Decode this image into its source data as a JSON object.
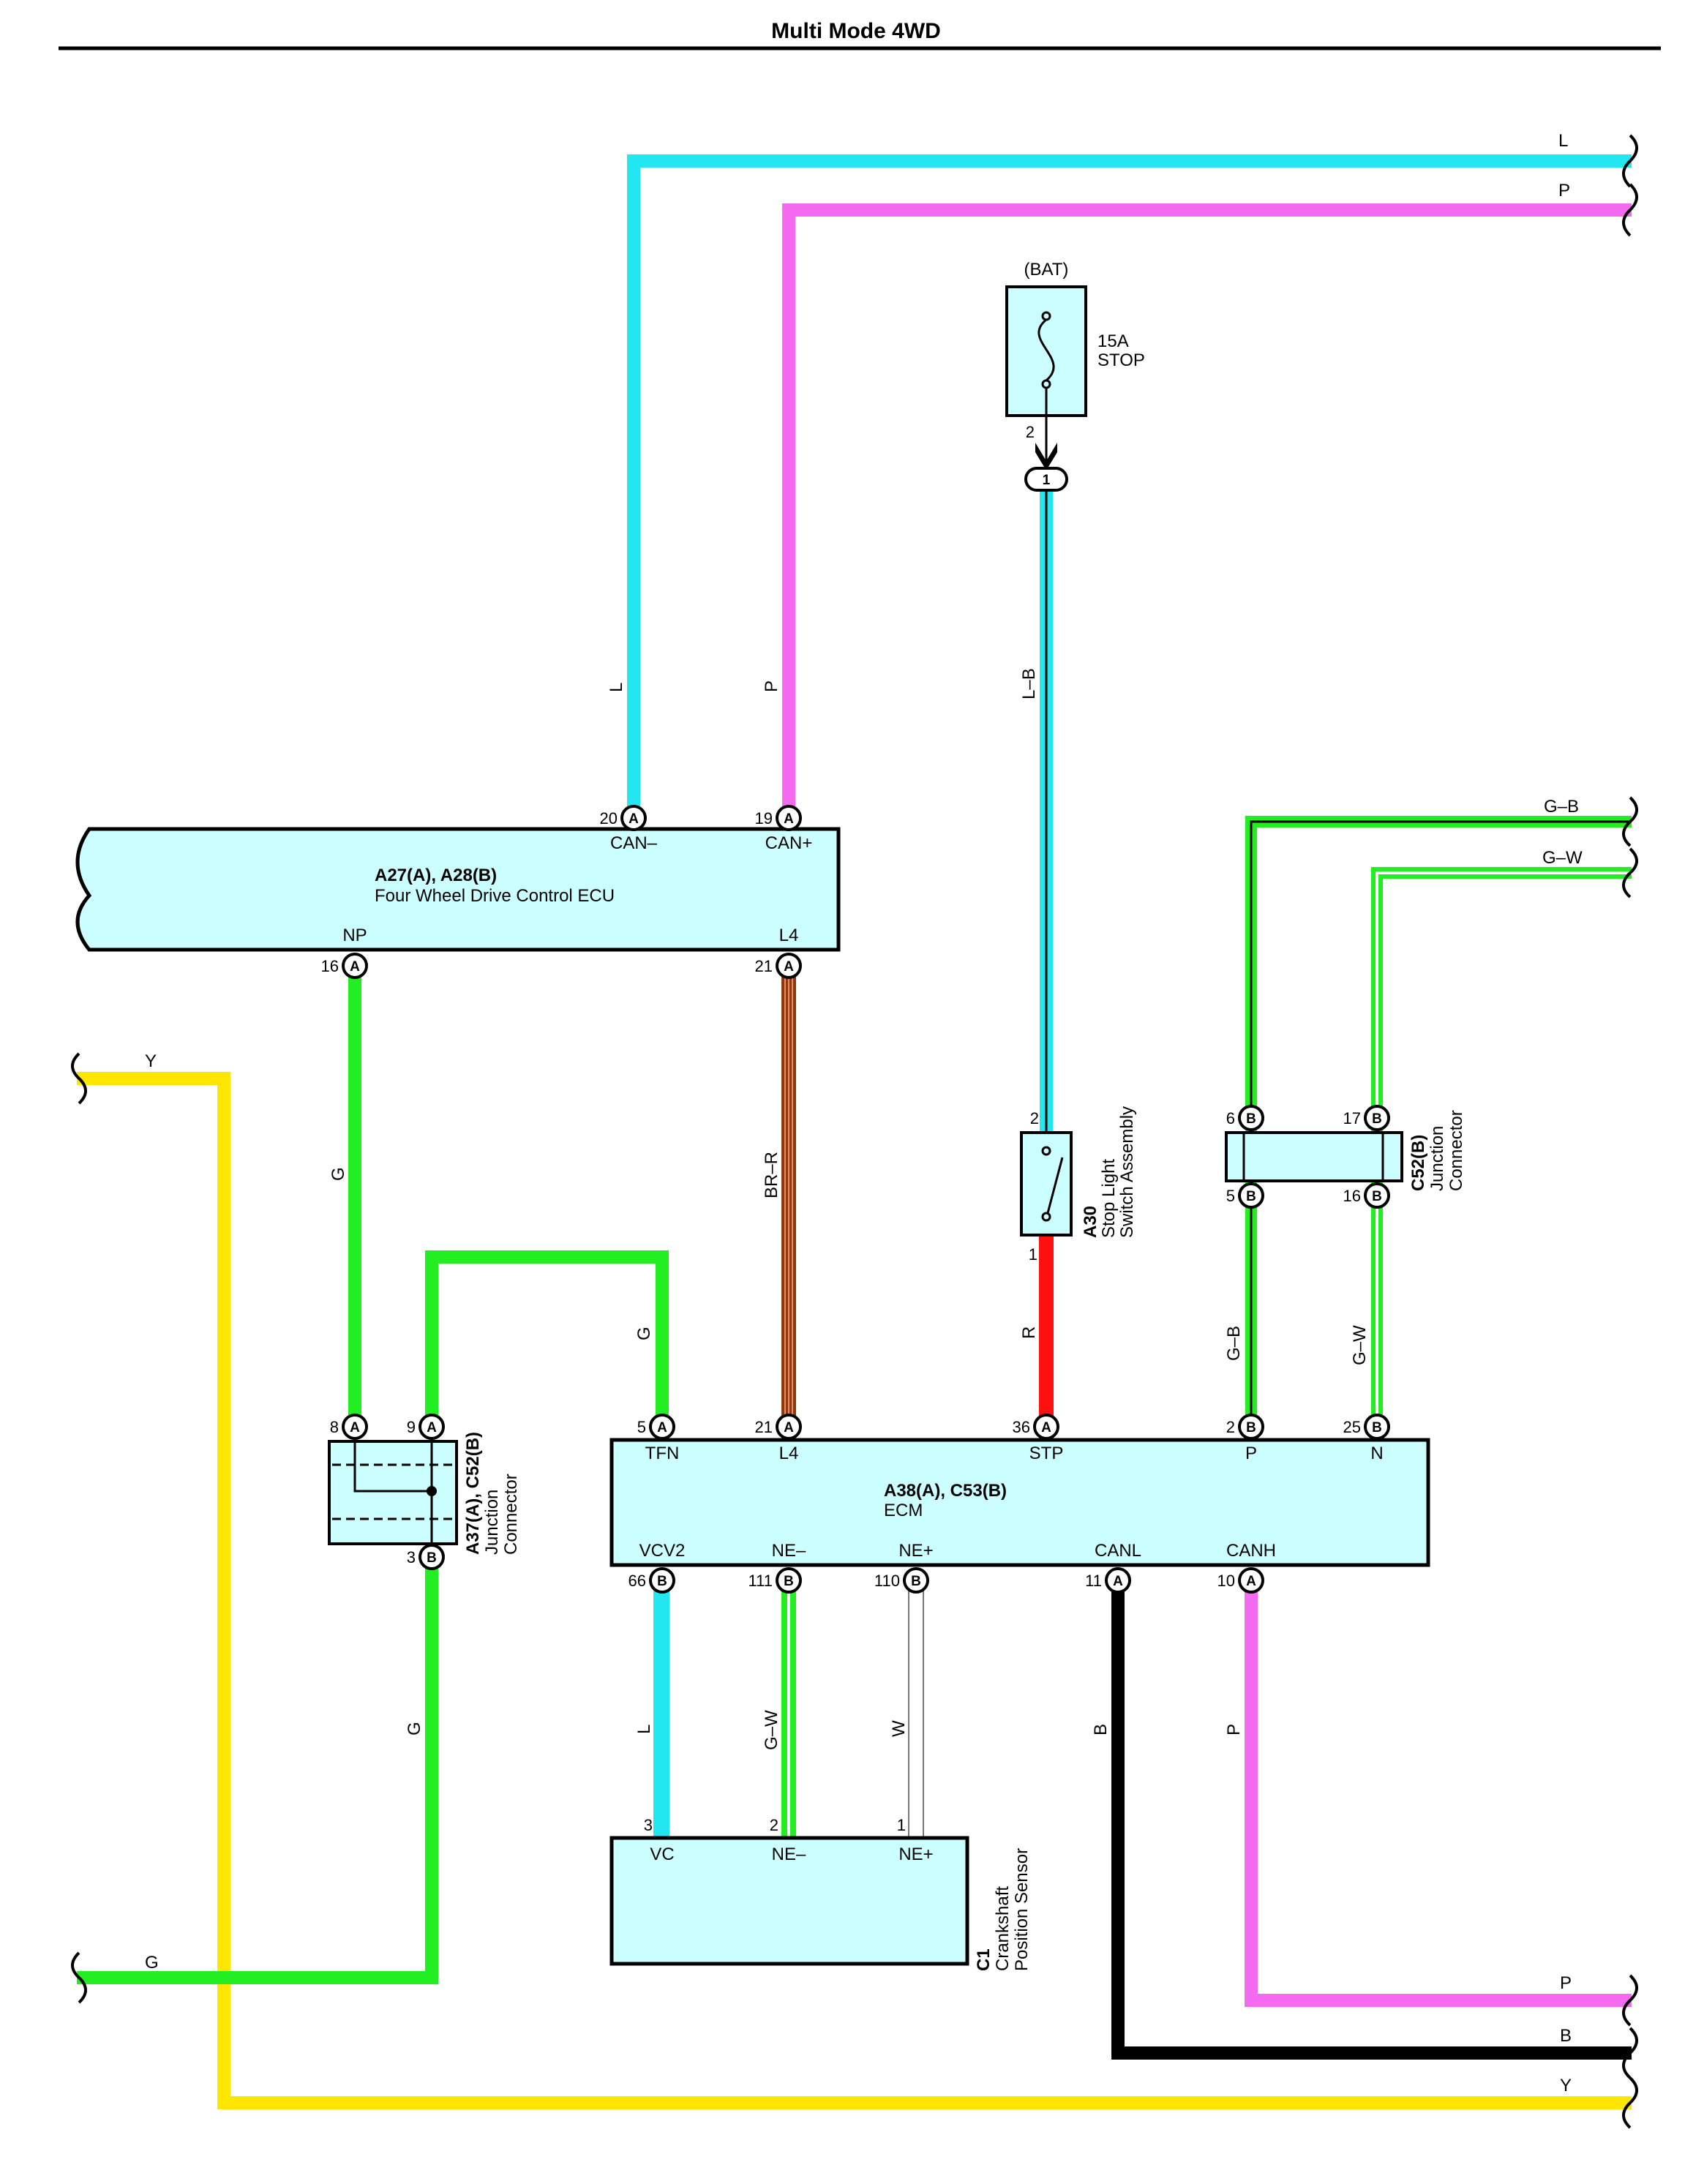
{
  "title": "Multi Mode 4WD",
  "colors": {
    "L": "#22e6f0",
    "P": "#f46af0",
    "G": "#22ee22",
    "Y": "#ffe600",
    "B": "#000000",
    "R": "#ff1010",
    "BR": "#8b3a10",
    "W": "#ffffff",
    "box_fill": "#ccffff"
  },
  "power": {
    "source": "(BAT)",
    "fuse_rating": "15A",
    "fuse_name": "STOP",
    "fuse_pin": "2",
    "connector_pin": "1"
  },
  "components": {
    "four_wd_ecu": {
      "connector": "A27(A), A28(B)",
      "name": "Four Wheel Drive Control ECU",
      "terms": {
        "can_minus": "CAN–",
        "can_plus": "CAN+",
        "np": "NP",
        "l4": "L4"
      }
    },
    "ecm": {
      "connector": "A38(A), C53(B)",
      "name": "ECM",
      "terms": {
        "tfn": "TFN",
        "l4": "L4",
        "stp": "STP",
        "p": "P",
        "n": "N",
        "vcv2": "VCV2",
        "ne_minus": "NE–",
        "ne_plus": "NE+",
        "canl": "CANL",
        "canh": "CANH"
      }
    },
    "stop_switch": {
      "id": "A30",
      "line1": "Stop Light",
      "line2": "Switch Assembly"
    },
    "jc_left": {
      "id": "A37(A), C52(B)",
      "line1": "Junction",
      "line2": "Connector"
    },
    "jc_right": {
      "id": "C52(B)",
      "line1": "Junction",
      "line2": "Connector"
    },
    "crank_sensor": {
      "id": "C1",
      "line1": "Crankshaft",
      "line2": "Position Sensor",
      "terms": {
        "vc": "VC",
        "ne_minus": "NE–",
        "ne_plus": "NE+"
      }
    }
  },
  "pins": {
    "ecu_can_minus": {
      "num": "20",
      "conn": "A"
    },
    "ecu_can_plus": {
      "num": "19",
      "conn": "A"
    },
    "ecu_np": {
      "num": "16",
      "conn": "A"
    },
    "ecu_l4": {
      "num": "21",
      "conn": "A"
    },
    "jl_a8": {
      "num": "8",
      "conn": "A"
    },
    "jl_a9": {
      "num": "9",
      "conn": "A"
    },
    "jl_b3": {
      "num": "3",
      "conn": "B"
    },
    "jr_6": {
      "num": "6",
      "conn": "B"
    },
    "jr_17": {
      "num": "17",
      "conn": "B"
    },
    "jr_5": {
      "num": "5",
      "conn": "B"
    },
    "jr_16": {
      "num": "16",
      "conn": "B"
    },
    "sw_2": {
      "num": "2"
    },
    "sw_1": {
      "num": "1"
    },
    "ecm_tfn": {
      "num": "5",
      "conn": "A"
    },
    "ecm_l4": {
      "num": "21",
      "conn": "A"
    },
    "ecm_stp": {
      "num": "36",
      "conn": "A"
    },
    "ecm_p": {
      "num": "2",
      "conn": "B"
    },
    "ecm_n": {
      "num": "25",
      "conn": "B"
    },
    "ecm_vcv2": {
      "num": "66",
      "conn": "B"
    },
    "ecm_ne_minus": {
      "num": "111",
      "conn": "B"
    },
    "ecm_ne_plus": {
      "num": "110",
      "conn": "B"
    },
    "ecm_canl": {
      "num": "11",
      "conn": "A"
    },
    "ecm_canh": {
      "num": "10",
      "conn": "A"
    },
    "crk_3": {
      "num": "3"
    },
    "crk_2": {
      "num": "2"
    },
    "crk_1": {
      "num": "1"
    }
  },
  "wire_labels": {
    "top_l": "L",
    "top_p": "P",
    "can_minus_v": "L",
    "can_plus_v": "P",
    "stop_lb": "L–B",
    "np_g": "G",
    "l4_brr": "BR–R",
    "tfn_g": "G",
    "stp_r": "R",
    "left_y": "Y",
    "left_g_v": "G",
    "left_g_h": "G",
    "gb_v": "G–B",
    "gw_v": "G–W",
    "right_gb": "G–B",
    "right_gw": "G–W",
    "vcv2_l": "L",
    "nem_gw": "G–W",
    "nep_w": "W",
    "canl_b": "B",
    "canh_p": "P",
    "bottom_p": "P",
    "bottom_b": "B",
    "bottom_y": "Y"
  }
}
